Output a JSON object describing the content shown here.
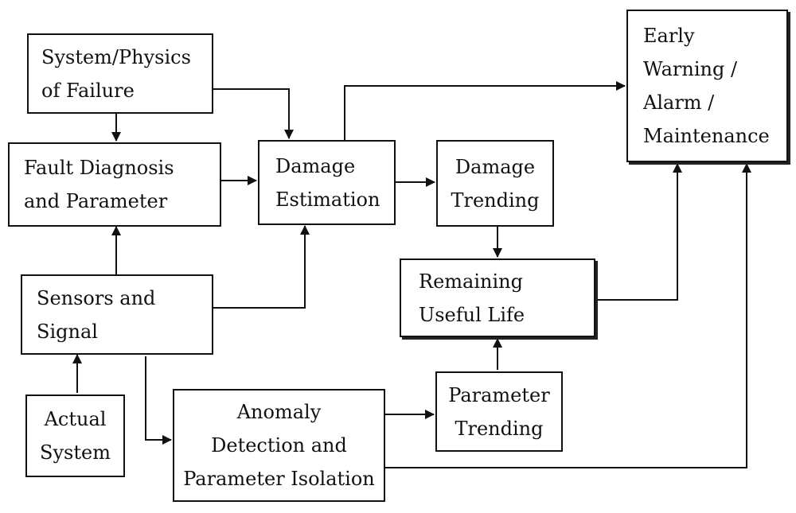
{
  "colors": {
    "stroke": "#111111",
    "background": "#ffffff"
  },
  "nodes": {
    "physics": {
      "lines": [
        "System/Physics",
        "of Failure"
      ]
    },
    "fault": {
      "lines": [
        "Fault Diagnosis",
        "and Parameter"
      ]
    },
    "damage_est": {
      "lines": [
        "Damage",
        "Estimation"
      ]
    },
    "damage_tr": {
      "lines": [
        "Damage",
        "Trending"
      ]
    },
    "warning": {
      "lines": [
        "Early",
        "Warning /",
        "Alarm /",
        "Maintenance"
      ]
    },
    "rul": {
      "lines": [
        "Remaining",
        "Useful Life"
      ]
    },
    "sensors": {
      "lines": [
        "Sensors and",
        "Signal"
      ]
    },
    "actual": {
      "lines": [
        "Actual",
        "System"
      ]
    },
    "anomaly": {
      "lines": [
        "Anomaly",
        "Detection and",
        "Parameter Isolation"
      ]
    },
    "param_tr": {
      "lines": [
        "Parameter",
        "Trending"
      ]
    }
  },
  "edges": [
    {
      "from": "physics",
      "to": "fault"
    },
    {
      "from": "physics",
      "to": "damage_est"
    },
    {
      "from": "fault",
      "to": "damage_est"
    },
    {
      "from": "damage_est",
      "to": "warning"
    },
    {
      "from": "damage_est",
      "to": "damage_tr"
    },
    {
      "from": "damage_tr",
      "to": "rul"
    },
    {
      "from": "rul",
      "to": "warning"
    },
    {
      "from": "sensors",
      "to": "fault"
    },
    {
      "from": "sensors",
      "to": "damage_est"
    },
    {
      "from": "actual",
      "to": "sensors"
    },
    {
      "from": "sensors",
      "to": "anomaly"
    },
    {
      "from": "anomaly",
      "to": "param_tr"
    },
    {
      "from": "param_tr",
      "to": "rul"
    },
    {
      "from": "anomaly",
      "to": "warning"
    }
  ]
}
